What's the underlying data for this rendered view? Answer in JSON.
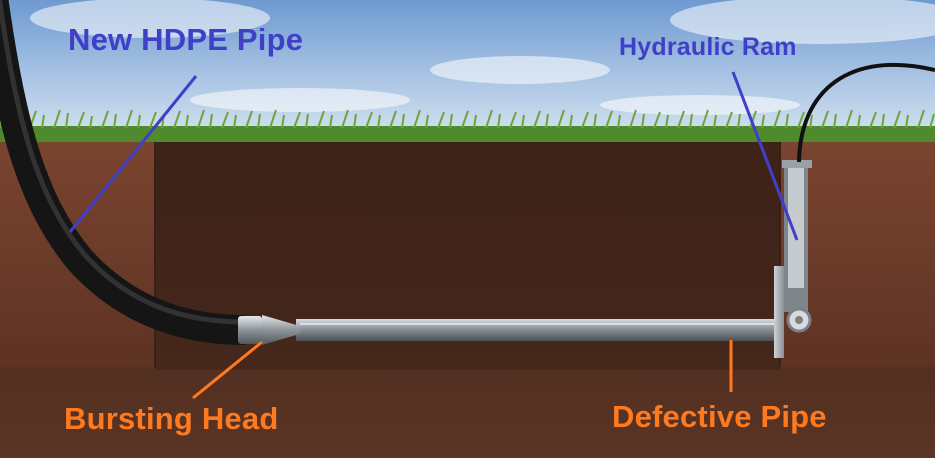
{
  "labels": {
    "new_pipe": "New HDPE Pipe",
    "hydraulic_ram": "Hydraulic Ram",
    "bursting_head": "Bursting Head",
    "defective_pipe": "Defective Pipe"
  },
  "colors": {
    "sky": "#8fb3d8",
    "grass": "#4f8a2c",
    "soil": "#4a2a1e",
    "pit_soil": "#6b3a28",
    "label_blue": "#3f3fc8",
    "label_orange": "#ff7a1f"
  }
}
